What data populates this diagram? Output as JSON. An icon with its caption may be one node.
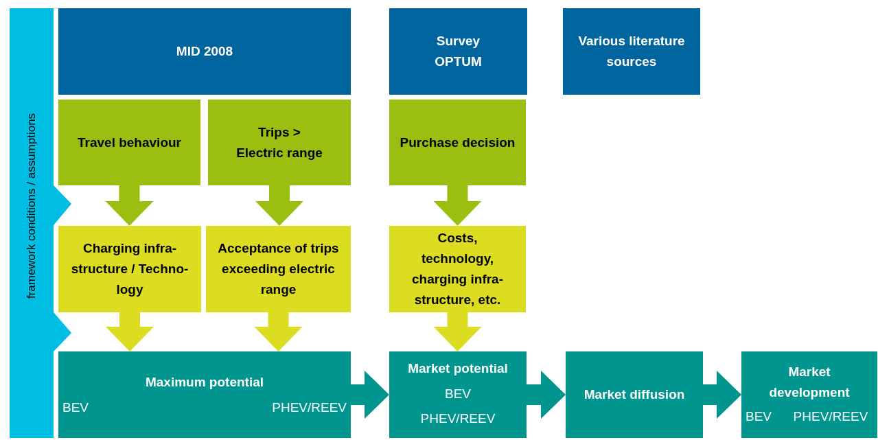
{
  "diagram": {
    "nodes": [
      {
        "text": [
          "framework conditions / assumptions"
        ]
      },
      {
        "text": [
          "MID 2008"
        ]
      },
      {
        "text": [
          "Survey OPTUM"
        ]
      },
      {
        "text": [
          "Various literature sources"
        ]
      },
      {
        "text": [
          "Travel behaviour"
        ]
      },
      {
        "text": [
          "Trips > Electric range"
        ]
      },
      {
        "text": [
          "Purchase decision"
        ]
      },
      {
        "text": [
          "Charging infra-structure / Techno-logy"
        ]
      },
      {
        "text": [
          "Acceptance of trips exceeding electric range"
        ]
      },
      {
        "text": [
          "Costs, technology, charging infra-structure, etc."
        ]
      },
      {
        "text": [
          "Maximum potential",
          "BEV",
          "PHEV/REEV"
        ]
      },
      {
        "text": [
          "Market potential",
          "BEV",
          "PHEV/REEV"
        ]
      },
      {
        "text": [
          "Market diffusion"
        ]
      },
      {
        "text": [
          "Market development",
          "BEV",
          "PHEV/REEV"
        ]
      }
    ],
    "edges": [
      {
        "from": 4,
        "to": 7,
        "arrow": "to",
        "color": "#9bbf11"
      },
      {
        "from": 5,
        "to": 8,
        "arrow": "to",
        "color": "#9bbf11"
      },
      {
        "from": 6,
        "to": 9,
        "arrow": "to",
        "color": "#9bbf11"
      },
      {
        "from": 7,
        "to": 10,
        "arrow": "to",
        "color": "#dcdc20"
      },
      {
        "from": 8,
        "to": 10,
        "arrow": "to",
        "color": "#dcdc20"
      },
      {
        "from": 9,
        "to": 11,
        "arrow": "to",
        "color": "#dcdc20"
      },
      {
        "from": 10,
        "to": 11,
        "arrow": "to",
        "color": "#00958f"
      },
      {
        "from": 11,
        "to": 12,
        "arrow": "to",
        "color": "#00958f"
      },
      {
        "from": 12,
        "to": 13,
        "arrow": "to",
        "color": "#00958f"
      }
    ]
  }
}
